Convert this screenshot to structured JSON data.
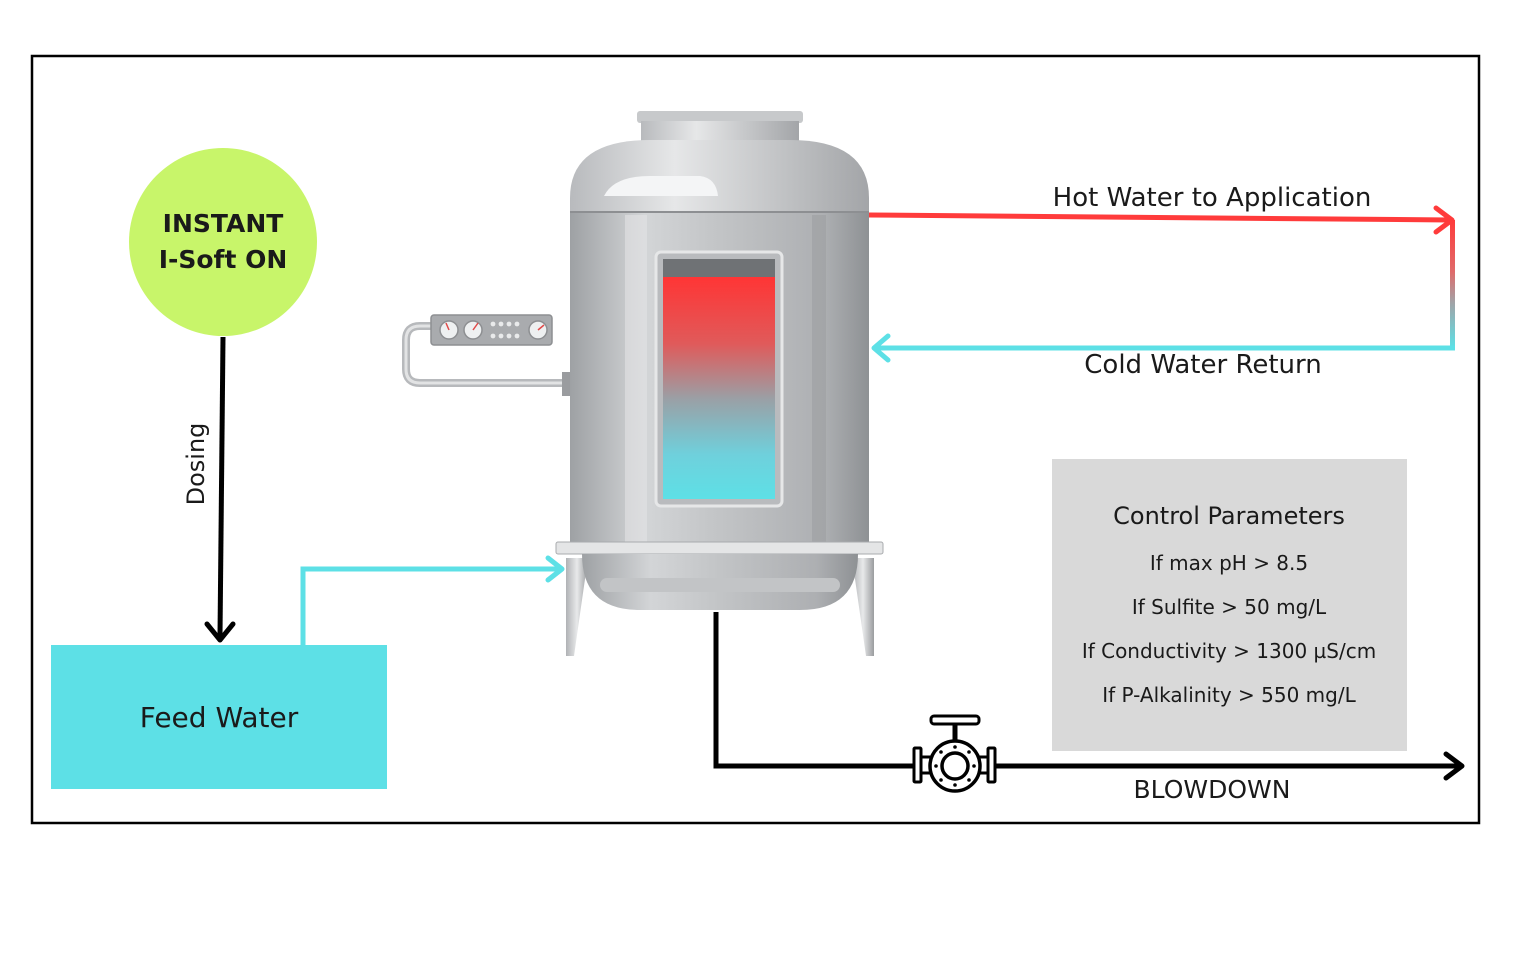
{
  "circle": {
    "line1": "INSTANT",
    "line2": "I-Soft ON",
    "color": "#C8F56A"
  },
  "dosing_label": "Dosing",
  "feed_water": {
    "label": "Feed Water",
    "color": "#5DE0E6"
  },
  "hot_water_label": "Hot Water to Application",
  "cold_water_label": "Cold Water Return",
  "blowdown_label": "BLOWDOWN",
  "control": {
    "title": "Control Parameters",
    "items": [
      "If max pH > 8.5",
      "If Sulfite > 50 mg/L",
      "If Conductivity > 1300 µS/cm",
      "If P-Alkalinity > 550 mg/L"
    ],
    "color": "#D9D9D9"
  },
  "colors": {
    "hot": "#FF3B3B",
    "cold": "#5DE0E6",
    "line": "#000000"
  },
  "icons": [
    "boiler-tank-icon",
    "control-panel-icon",
    "valve-icon"
  ]
}
